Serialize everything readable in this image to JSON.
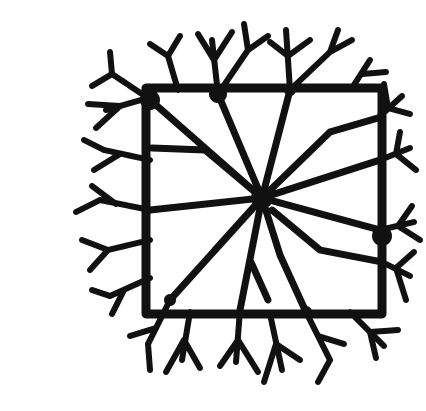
{
  "figure": {
    "ink_color": "#111111",
    "background_color": "#ffffff",
    "shapes": [
      "square-frame",
      "radiating-branched-lines",
      "node-blots"
    ]
  }
}
